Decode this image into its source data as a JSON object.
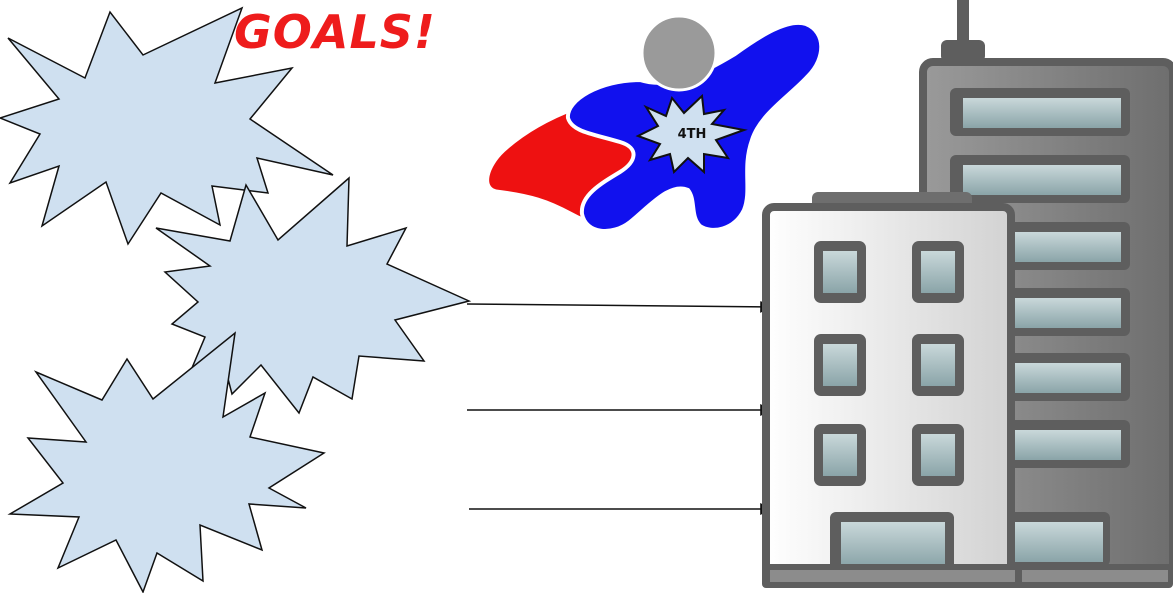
{
  "title": "GOALS!",
  "hero_badge": "4TH",
  "colors": {
    "title": "#ee1c1c",
    "starburst_fill": "#cfe0f0",
    "starburst_stroke": "#111111",
    "hero_head": "#9a9a9a",
    "hero_body": "#1111ee",
    "hero_cape": "#ee1111",
    "building_front": "#e9e9e9",
    "building_back": "#8c8c8c",
    "building_frame": "#5e5e5e",
    "window_glass": "#9fb6b9",
    "arrow": "#111111"
  },
  "icons": {
    "starburst": "starburst-shape",
    "hero": "superhero-icon",
    "building": "office-building-icon"
  },
  "starbursts": [
    "starburst-1",
    "starburst-2",
    "starburst-3"
  ],
  "arrows": [
    "arrow-1",
    "arrow-2",
    "arrow-3"
  ]
}
